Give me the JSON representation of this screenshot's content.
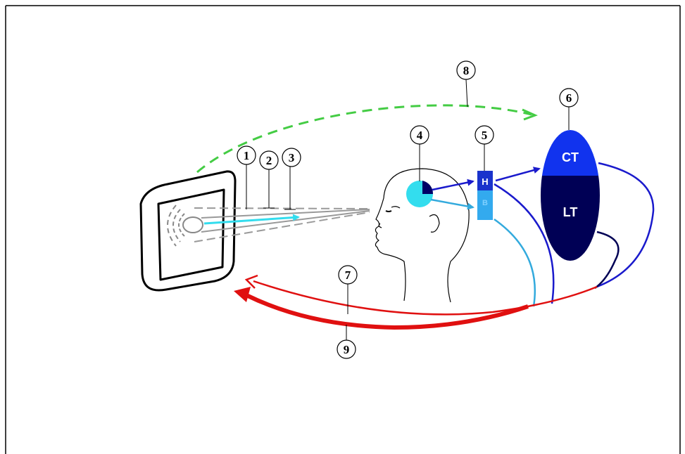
{
  "markers": {
    "m1": "1",
    "m2": "2",
    "m3": "3",
    "m4": "4",
    "m5": "5",
    "m6": "6",
    "m7": "7",
    "m8": "8",
    "m9": "9"
  },
  "buffer_labels": {
    "top": "H",
    "bottom": "B"
  },
  "memory_labels": {
    "top": "CT",
    "bottom": "LT"
  },
  "colors": {
    "green_dashed": "#44cc44",
    "cyan": "#33ddee",
    "light_blue": "#33aadd",
    "blue": "#1a1acc",
    "bright_blue": "#1133ee",
    "navy": "#000055",
    "red": "#e01010",
    "gray": "#888888"
  }
}
